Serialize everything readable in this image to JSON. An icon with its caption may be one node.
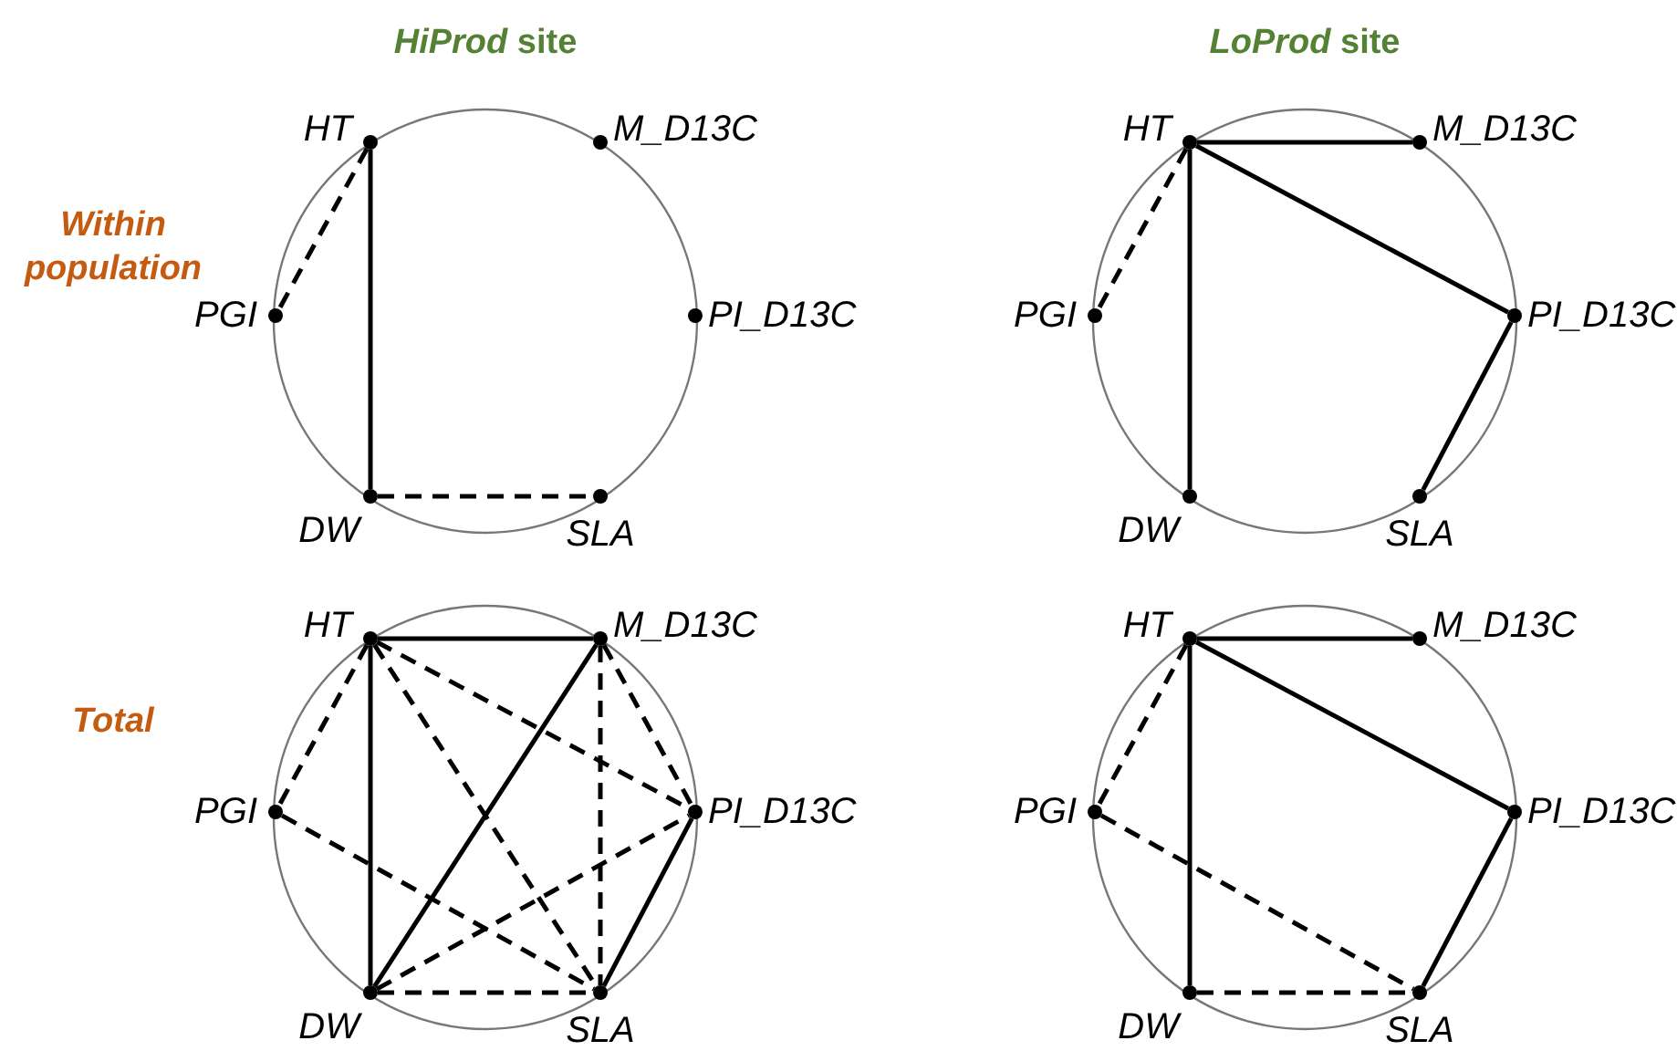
{
  "diagram": {
    "nodes": [
      {
        "text": [
          "HT"
        ]
      },
      {
        "text": [
          "M_D13C"
        ]
      },
      {
        "text": [
          "PGI"
        ]
      },
      {
        "text": [
          "PI_D13C"
        ]
      },
      {
        "text": [
          "DW"
        ]
      },
      {
        "text": [
          "SLA"
        ]
      },
      {
        "text": [
          "HT"
        ]
      },
      {
        "text": [
          "M_D13C"
        ]
      },
      {
        "text": [
          "PGI"
        ]
      },
      {
        "text": [
          "PI_D13C"
        ]
      },
      {
        "text": [
          "DW"
        ]
      },
      {
        "text": [
          "SLA"
        ]
      },
      {
        "text": [
          "HT"
        ]
      },
      {
        "text": [
          "M_D13C"
        ]
      },
      {
        "text": [
          "PGI"
        ]
      },
      {
        "text": [
          "PI_D13C"
        ]
      },
      {
        "text": [
          "DW"
        ]
      },
      {
        "text": [
          "SLA"
        ]
      },
      {
        "text": [
          "HT"
        ]
      },
      {
        "text": [
          "M_D13C"
        ]
      },
      {
        "text": [
          "PGI"
        ]
      },
      {
        "text": [
          "PI_D13C"
        ]
      },
      {
        "text": [
          "DW"
        ]
      },
      {
        "text": [
          "SLA"
        ]
      }
    ],
    "edges": [
      {
        "from": 0,
        "to": 2,
        "arrow": "none",
        "style": "dashed"
      },
      {
        "from": 0,
        "to": 4,
        "arrow": "none"
      },
      {
        "from": 4,
        "to": 5,
        "arrow": "none",
        "style": "dashed"
      },
      {
        "from": 6,
        "to": 8,
        "arrow": "none",
        "style": "dashed"
      },
      {
        "from": 6,
        "to": 7,
        "arrow": "none"
      },
      {
        "from": 6,
        "to": 9,
        "arrow": "none"
      },
      {
        "from": 6,
        "to": 10,
        "arrow": "none"
      },
      {
        "from": 9,
        "to": 11,
        "arrow": "none"
      },
      {
        "from": 12,
        "to": 13,
        "arrow": "none"
      },
      {
        "from": 12,
        "to": 16,
        "arrow": "none"
      },
      {
        "from": 12,
        "to": 14,
        "arrow": "none",
        "style": "dashed"
      },
      {
        "from": 12,
        "to": 15,
        "arrow": "none",
        "style": "dashed"
      },
      {
        "from": 12,
        "to": 17,
        "arrow": "none",
        "style": "dashed"
      },
      {
        "from": 13,
        "to": 16,
        "arrow": "none"
      },
      {
        "from": 13,
        "to": 17,
        "arrow": "none",
        "style": "dashed"
      },
      {
        "from": 13,
        "to": 15,
        "arrow": "none",
        "style": "dashed"
      },
      {
        "from": 14,
        "to": 17,
        "arrow": "none",
        "style": "dashed"
      },
      {
        "from": 16,
        "to": 15,
        "arrow": "none",
        "style": "dashed"
      },
      {
        "from": 15,
        "to": 17,
        "arrow": "none"
      },
      {
        "from": 16,
        "to": 17,
        "arrow": "none",
        "style": "dashed"
      },
      {
        "from": 18,
        "to": 19,
        "arrow": "none"
      },
      {
        "from": 18,
        "to": 21,
        "arrow": "none"
      },
      {
        "from": 18,
        "to": 22,
        "arrow": "none"
      },
      {
        "from": 18,
        "to": 20,
        "arrow": "none",
        "style": "dashed"
      },
      {
        "from": 20,
        "to": 23,
        "arrow": "none",
        "style": "dashed"
      },
      {
        "from": 22,
        "to": 23,
        "arrow": "none",
        "style": "dashed"
      },
      {
        "from": 21,
        "to": 23,
        "arrow": "none"
      }
    ],
    "labels": [
      "*HiProd* site",
      "*LoProd* site",
      "Within population",
      "Total"
    ]
  }
}
